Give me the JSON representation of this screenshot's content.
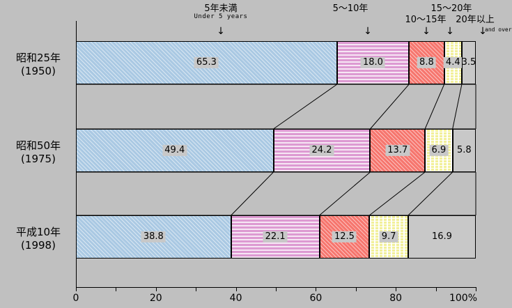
{
  "chart_data": {
    "type": "bar",
    "orientation": "horizontal-stacked-100",
    "title": "",
    "xlabel": "",
    "ylabel": "",
    "xlim": [
      0,
      100
    ],
    "x_tick_labels": [
      "0",
      "20",
      "40",
      "60",
      "80",
      "100%"
    ],
    "x_tick_values": [
      0,
      20,
      40,
      60,
      80,
      100
    ],
    "x_minor_ticks": [
      10,
      30,
      50,
      70,
      90
    ],
    "grid": false,
    "legend_position": "top-annotations",
    "categories": [
      "昭和25年\n(1950)",
      "昭和50年\n(1975)",
      "平成10年\n(1998)"
    ],
    "series": [
      {
        "name": "5年未満 / Under 5 years",
        "values": [
          65.3,
          49.4,
          38.8
        ]
      },
      {
        "name": "5〜10年",
        "values": [
          18.0,
          24.2,
          22.1
        ]
      },
      {
        "name": "10〜15年",
        "values": [
          8.8,
          13.7,
          12.5
        ]
      },
      {
        "name": "15〜20年",
        "values": [
          4.4,
          6.9,
          9.7
        ]
      },
      {
        "name": "20年以上 / and over",
        "values": [
          3.5,
          5.8,
          16.9
        ]
      }
    ]
  },
  "annotations": [
    {
      "jp": "5年未満",
      "en": "Under 5 years",
      "arrow": "↓"
    },
    {
      "jp": "5〜10年",
      "en": "",
      "arrow": "↓"
    },
    {
      "jp": "10〜15年",
      "en": "",
      "arrow": "↓"
    },
    {
      "jp": "15〜20年",
      "en": "",
      "arrow": "↓"
    },
    {
      "jp": "20年以上",
      "en": "and over",
      "arrow": "↓"
    }
  ],
  "y_categories": [
    {
      "line1": "昭和25年",
      "line2": "(1950)"
    },
    {
      "line1": "昭和50年",
      "line2": "(1975)"
    },
    {
      "line1": "平成10年",
      "line2": "(1998)"
    }
  ],
  "bars": [
    {
      "category_index": 0,
      "segments": [
        {
          "value": "65.3",
          "style": "fill-blue"
        },
        {
          "value": "18.0",
          "style": "fill-pink"
        },
        {
          "value": "8.8",
          "style": "fill-red"
        },
        {
          "value": "4.4",
          "style": "fill-yellow"
        },
        {
          "value": "3.5",
          "style": "fill-plain"
        }
      ]
    },
    {
      "category_index": 1,
      "segments": [
        {
          "value": "49.4",
          "style": "fill-blue"
        },
        {
          "value": "24.2",
          "style": "fill-pink"
        },
        {
          "value": "13.7",
          "style": "fill-red"
        },
        {
          "value": "6.9",
          "style": "fill-yellow"
        },
        {
          "value": "5.8",
          "style": "fill-plain"
        }
      ]
    },
    {
      "category_index": 2,
      "segments": [
        {
          "value": "38.8",
          "style": "fill-blue"
        },
        {
          "value": "22.1",
          "style": "fill-pink"
        },
        {
          "value": "12.5",
          "style": "fill-red"
        },
        {
          "value": "9.7",
          "style": "fill-yellow"
        },
        {
          "value": "16.9",
          "style": "fill-plain"
        }
      ]
    }
  ],
  "x_axis": {
    "labels": [
      "0",
      "20",
      "40",
      "60",
      "80",
      "100%"
    ]
  },
  "colors": {
    "background": "#c0c0c0",
    "blue": "#aac9e3",
    "pink": "#dd9ad2",
    "red": "#f6766e",
    "yellow": "#f2f09a",
    "plain": "#c8c8c8",
    "line": "#000000"
  }
}
